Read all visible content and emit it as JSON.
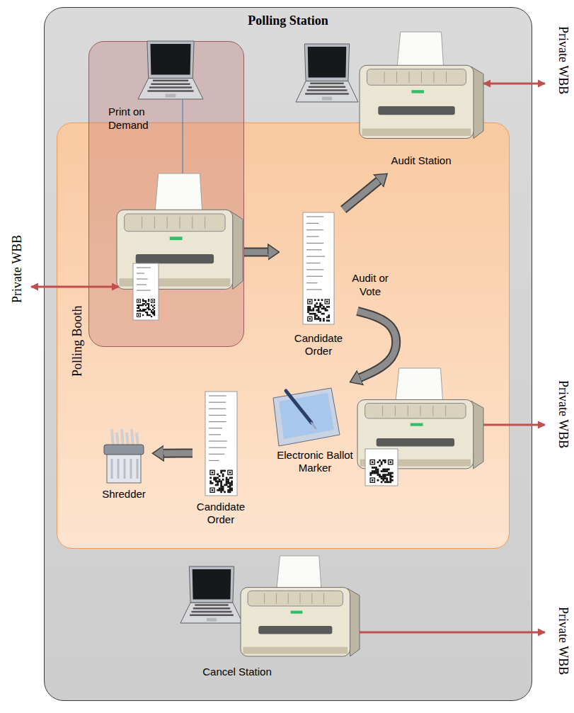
{
  "diagram": {
    "nodes": [
      {
        "text": [
          "Polling Station"
        ]
      },
      {
        "text": [
          "Polling Booth"
        ],
        "in": 0
      },
      {
        "text": [
          "Print on Demand"
        ],
        "in": 0
      },
      {
        "text": [
          "Audit Station"
        ],
        "in": 0
      },
      {
        "text": [
          "Candidate Order"
        ],
        "in": 1
      },
      {
        "text": [
          "Electronic Ballot Marker"
        ],
        "in": 1
      },
      {
        "text": [
          "Candidate Order"
        ],
        "in": 1
      },
      {
        "text": [
          "Shredder"
        ],
        "in": 1
      },
      {
        "text": [
          "Cancel Station"
        ],
        "in": 0
      }
    ],
    "edges": [
      {
        "from": 2,
        "to": 4,
        "arrow": "to"
      },
      {
        "from": 4,
        "to": 3,
        "arrow": "to"
      },
      {
        "from": 4,
        "to": 5,
        "arrow": "to"
      },
      {
        "from": 6,
        "to": 7,
        "arrow": "to"
      }
    ],
    "labels": [
      "Private WBB",
      "Private WBB",
      "Audit or Vote",
      "Private WBB",
      "Private WBB"
    ]
  }
}
